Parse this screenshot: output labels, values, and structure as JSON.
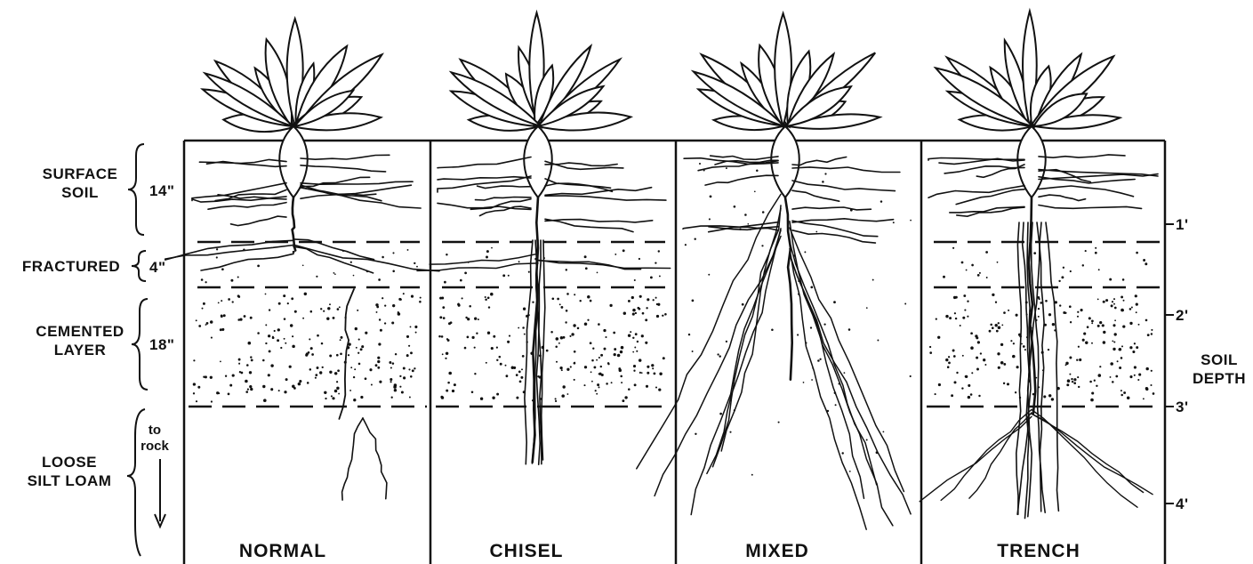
{
  "layers": [
    {
      "name": "surface-soil",
      "label_lines": [
        "SURFACE",
        "SOIL"
      ],
      "thickness": "14\""
    },
    {
      "name": "fractured",
      "label_lines": [
        "FRACTURED"
      ],
      "thickness": "4\""
    },
    {
      "name": "cemented-layer",
      "label_lines": [
        "CEMENTED",
        "LAYER"
      ],
      "thickness": "18\""
    },
    {
      "name": "loose-silt-loam",
      "label_lines": [
        "LOOSE",
        "SILT LOAM"
      ],
      "thickness_lines": [
        "to",
        "rock"
      ]
    }
  ],
  "panels": [
    {
      "id": "normal",
      "title": "NORMAL"
    },
    {
      "id": "chisel",
      "title": "CHISEL"
    },
    {
      "id": "mixed",
      "title": "MIXED"
    },
    {
      "id": "trench",
      "title": "TRENCH"
    }
  ],
  "depth_scale": {
    "ticks": [
      "1'",
      "2'",
      "3'",
      "4'"
    ],
    "label_lines": [
      "SOIL",
      "DEPTH"
    ]
  },
  "colors": {
    "ink": "#111111",
    "paper": "#ffffff"
  }
}
